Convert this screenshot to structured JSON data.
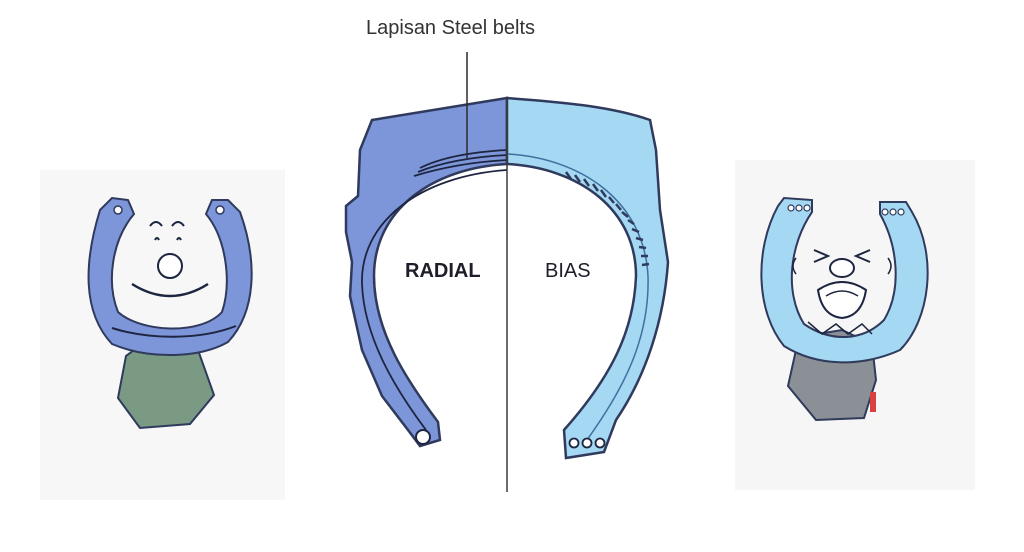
{
  "labels": {
    "belts": "Lapisan Steel belts",
    "radial": "RADIAL",
    "bias": "BIAS"
  },
  "colors": {
    "radial_blue": "#7d95d9",
    "bias_blue": "#a5d8f3",
    "outline": "#2f3a5c",
    "rock_green": "#7a9a84",
    "rock_gray": "#8b8f96",
    "divider": "#3a3a3a"
  },
  "icons": {
    "left": "happy-tire-face-icon",
    "right": "strained-tire-face-icon"
  }
}
